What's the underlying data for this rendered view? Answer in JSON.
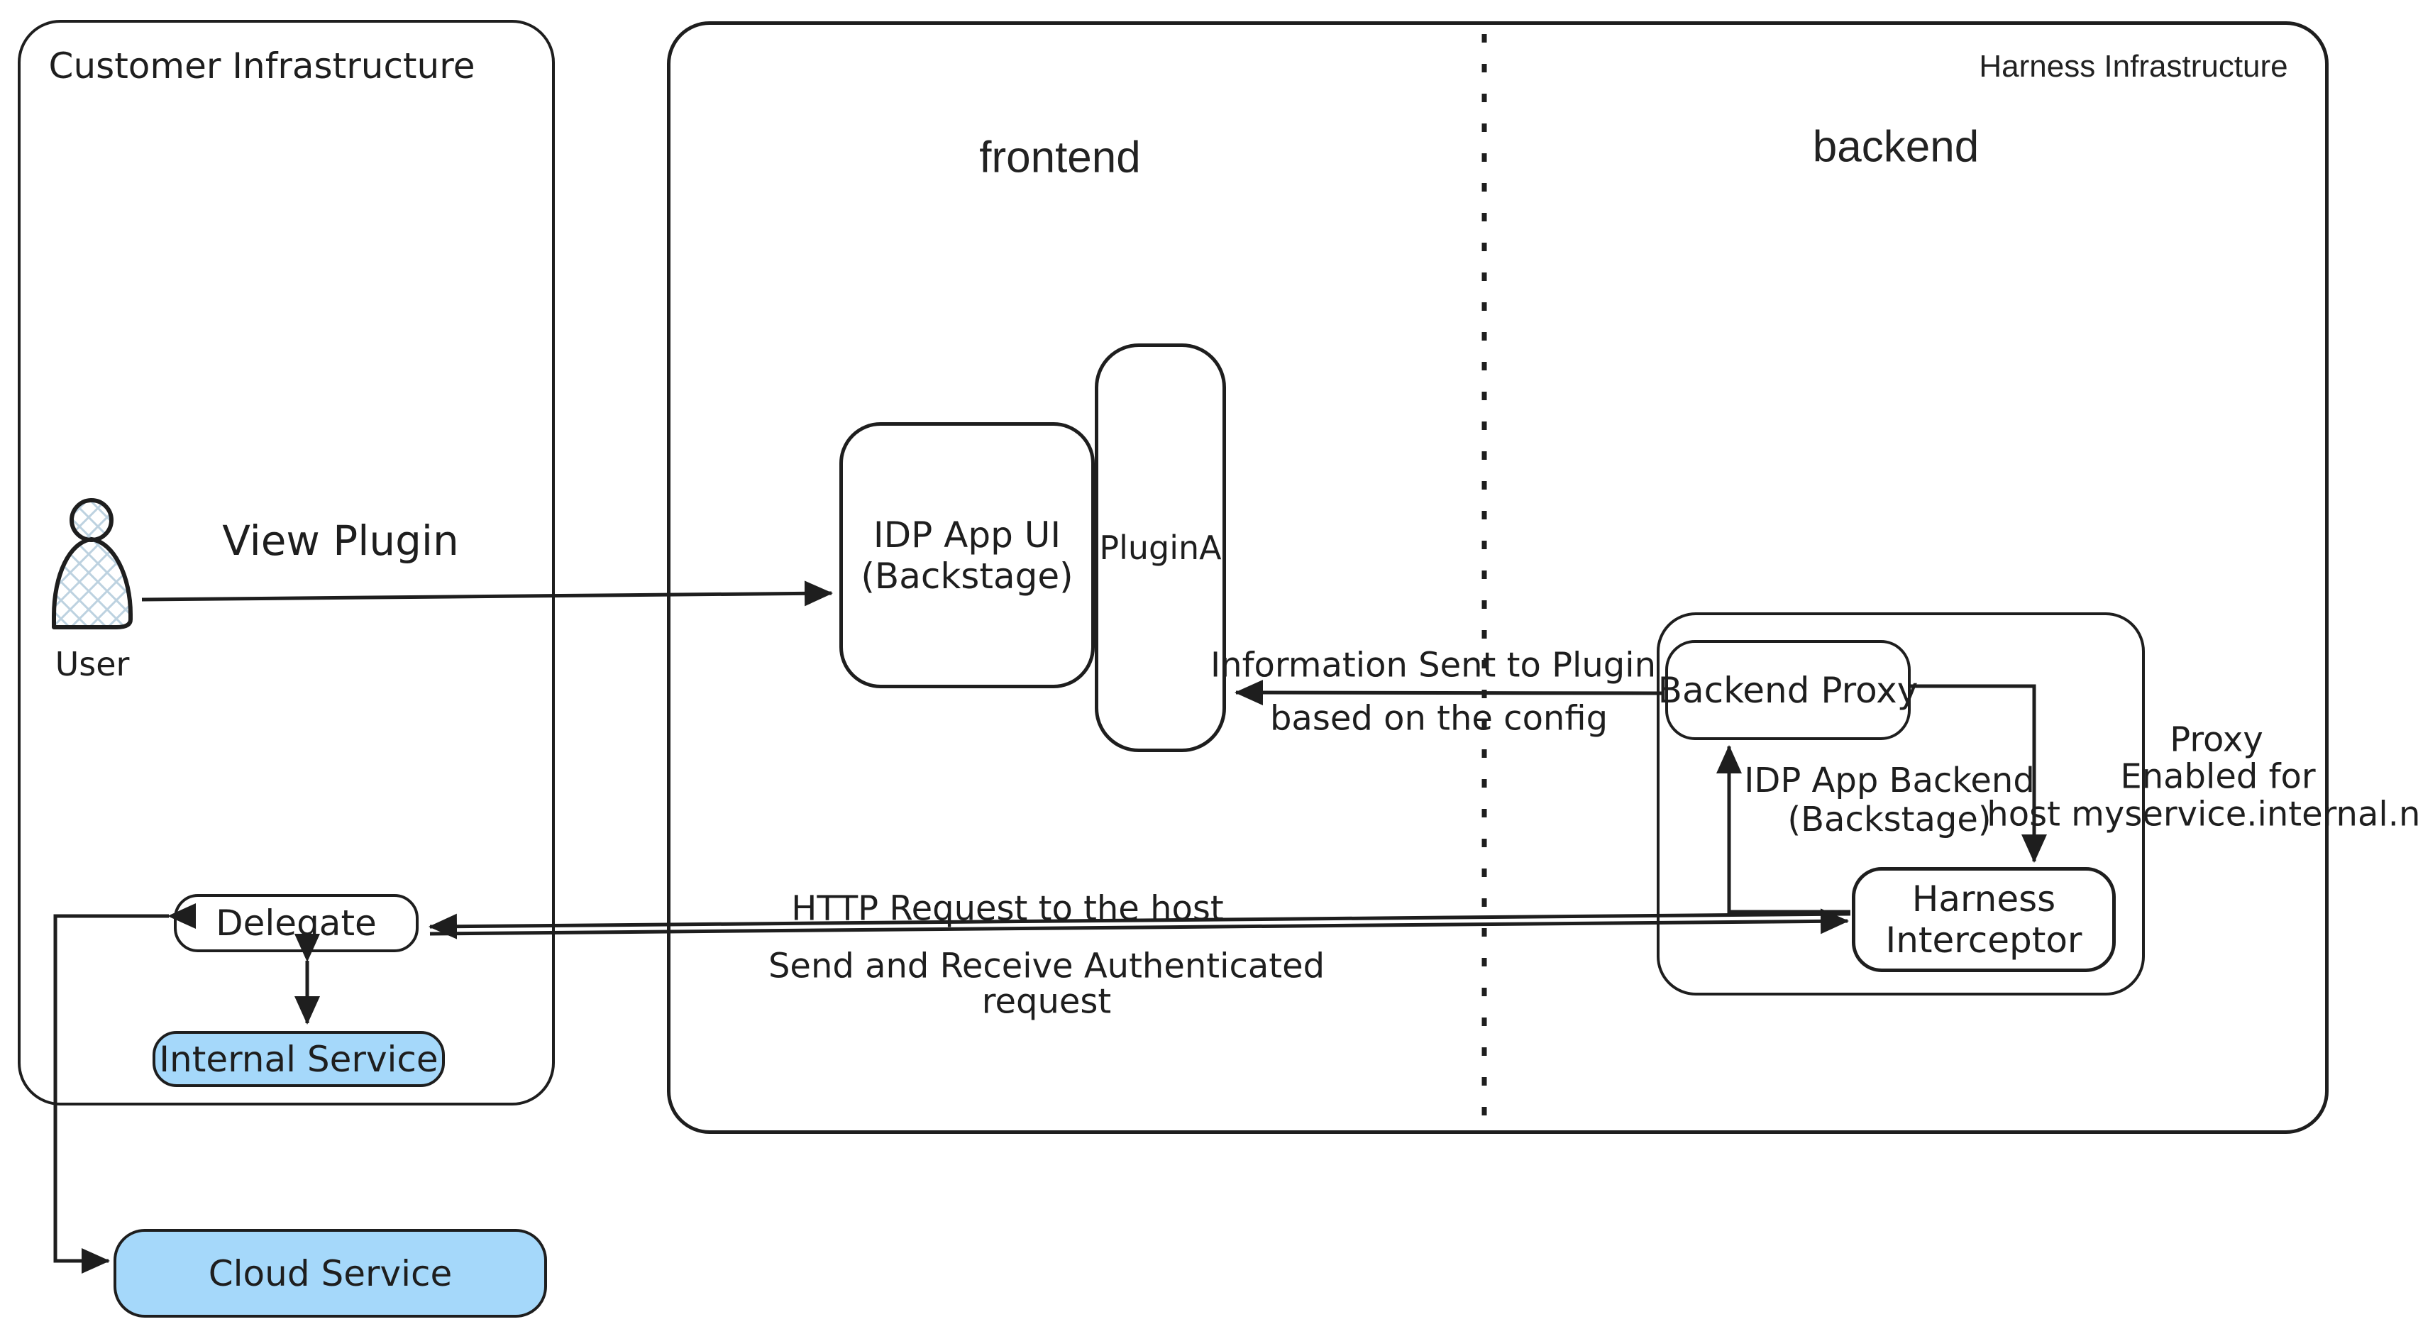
{
  "titles": {
    "customer_infrastructure": "Customer Infrastructure",
    "harness_infrastructure": "Harness Infrastructure"
  },
  "sections": {
    "frontend": "frontend",
    "backend": "backend"
  },
  "nodes": {
    "user_label": "User",
    "idp_app_ui_line1": "IDP App UI",
    "idp_app_ui_line2": "(Backstage)",
    "plugin_a": "PluginA",
    "backend_proxy": "Backend Proxy",
    "idp_app_backend_line1": "IDP App Backend",
    "idp_app_backend_line2": "(Backstage)",
    "harness_interceptor_line1": "Harness",
    "harness_interceptor_line2": "Interceptor",
    "delegate": "Delegate",
    "internal_service": "Internal Service",
    "cloud_service": "Cloud Service"
  },
  "edge_labels": {
    "view_plugin": "View Plugin",
    "info_sent_line1": "Information Sent to Plugin",
    "info_sent_line2": "based on the config",
    "http_request_line1": "HTTP Request to the host",
    "http_request_line2": "Send and Receive Authenticated",
    "http_request_line3": "request",
    "proxy_note_line1": "Proxy",
    "proxy_note_line2": "Enabled for",
    "proxy_note_line3": "host myservice.internal.net"
  },
  "colors": {
    "stroke": "#1e1e1e",
    "service_fill": "#a5d8fa",
    "hatch_fill": "#bdd2e0",
    "background": "#ffffff"
  }
}
